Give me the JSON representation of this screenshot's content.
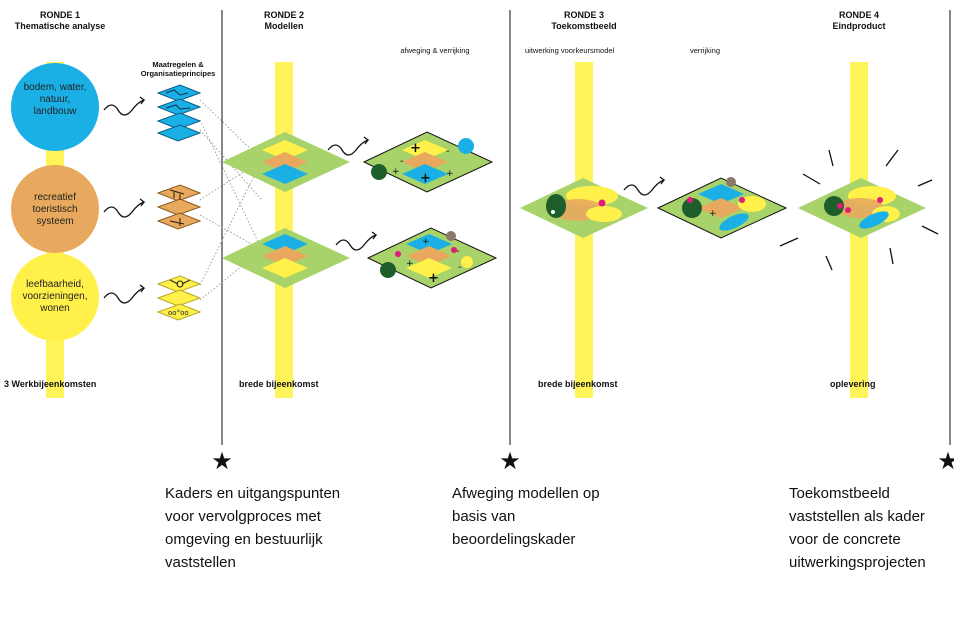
{
  "rounds": [
    {
      "title": "RONDE 1",
      "subtitle": "Thematische analyse"
    },
    {
      "title": "RONDE 2",
      "subtitle": "Modellen"
    },
    {
      "title": "RONDE 3",
      "subtitle": "Toekomstbeeld"
    },
    {
      "title": "RONDE 4",
      "subtitle": "Eindproduct"
    }
  ],
  "subheadings": {
    "maatregelen": "Maatregelen & Organisatieprincipes",
    "afweging": "afweging & verrijking",
    "uitwerking": "uitwerking voorkeursmodel",
    "verrijking": "verrijking"
  },
  "themes": [
    {
      "label": "bodem, water, natuur, landbouw",
      "color": "#1ab0e6"
    },
    {
      "label": "recreatief toeristisch systeem",
      "color": "#e8a95e"
    },
    {
      "label": "leefbaarheid, voorzieningen, wonen",
      "color": "#fff04a"
    }
  ],
  "footers": {
    "r1": "3 Werkbijeenkomsten",
    "r2": "brede bijeenkomst",
    "r3": "brede bijeenkomst",
    "r4": "oplevering"
  },
  "milestones": [
    {
      "text": "Kaders en uitgangspunten voor vervolgproces met omgeving en bestuurlijk vaststellen"
    },
    {
      "text": "Afweging modellen op basis van beoordelingskader"
    },
    {
      "text": "Toekomstbeeld vaststellen als kader voor de concrete uitwerkingsprojecten"
    }
  ],
  "colors": {
    "yellow_band": "#fff35a",
    "green": "#a8d36a",
    "blue": "#1ab0e6",
    "orange": "#e8a95e",
    "yellow": "#fff04a",
    "dark_green": "#1e5e2a",
    "magenta": "#e0197a",
    "brown": "#8a7a6a"
  }
}
